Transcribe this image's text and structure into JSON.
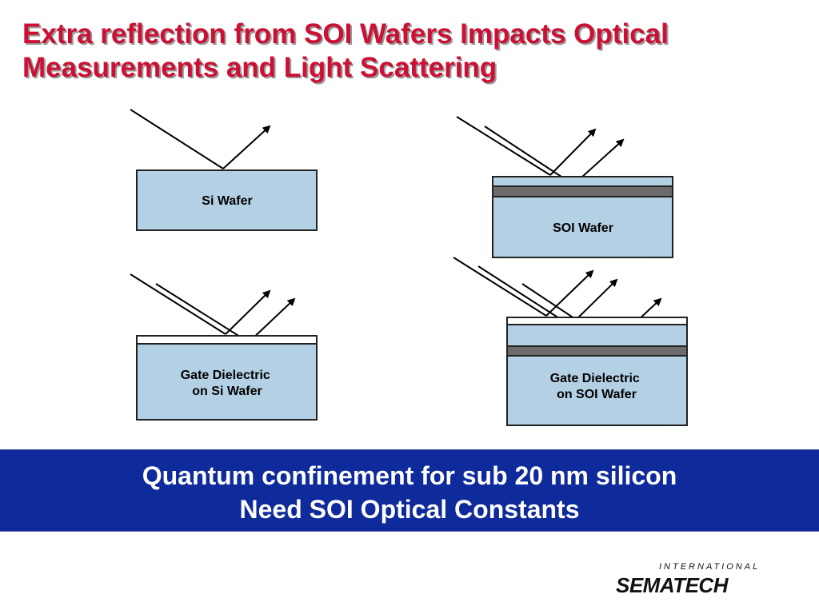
{
  "title": {
    "line1": "Extra reflection from SOI Wafers Impacts Optical",
    "line2": "Measurements and Light Scattering"
  },
  "wafers": {
    "si_wafer": {
      "label_lines": [
        "Si Wafer"
      ]
    },
    "soi_wafer": {
      "label_lines": [
        "SOI Wafer"
      ]
    },
    "gate_dielectric_si": {
      "label_lines": [
        "Gate Dielectric",
        "on Si Wafer"
      ]
    },
    "gate_dielectric_soi": {
      "label_lines": [
        "Gate Dielectric",
        "on SOI Wafer"
      ]
    }
  },
  "banner": {
    "line1": "Quantum confinement for sub 20 nm silicon",
    "line2": "Need SOI Optical Constants"
  },
  "logo": {
    "top": "INTERNATIONAL",
    "main": "SEMATECH"
  },
  "colors": {
    "title_red": "#cc1034",
    "banner_blue": "#0e2a9b",
    "wafer_fill": "#b4d0e4",
    "oxide_gray": "#6b6b6b",
    "dielectric_white": "#ffffff"
  }
}
